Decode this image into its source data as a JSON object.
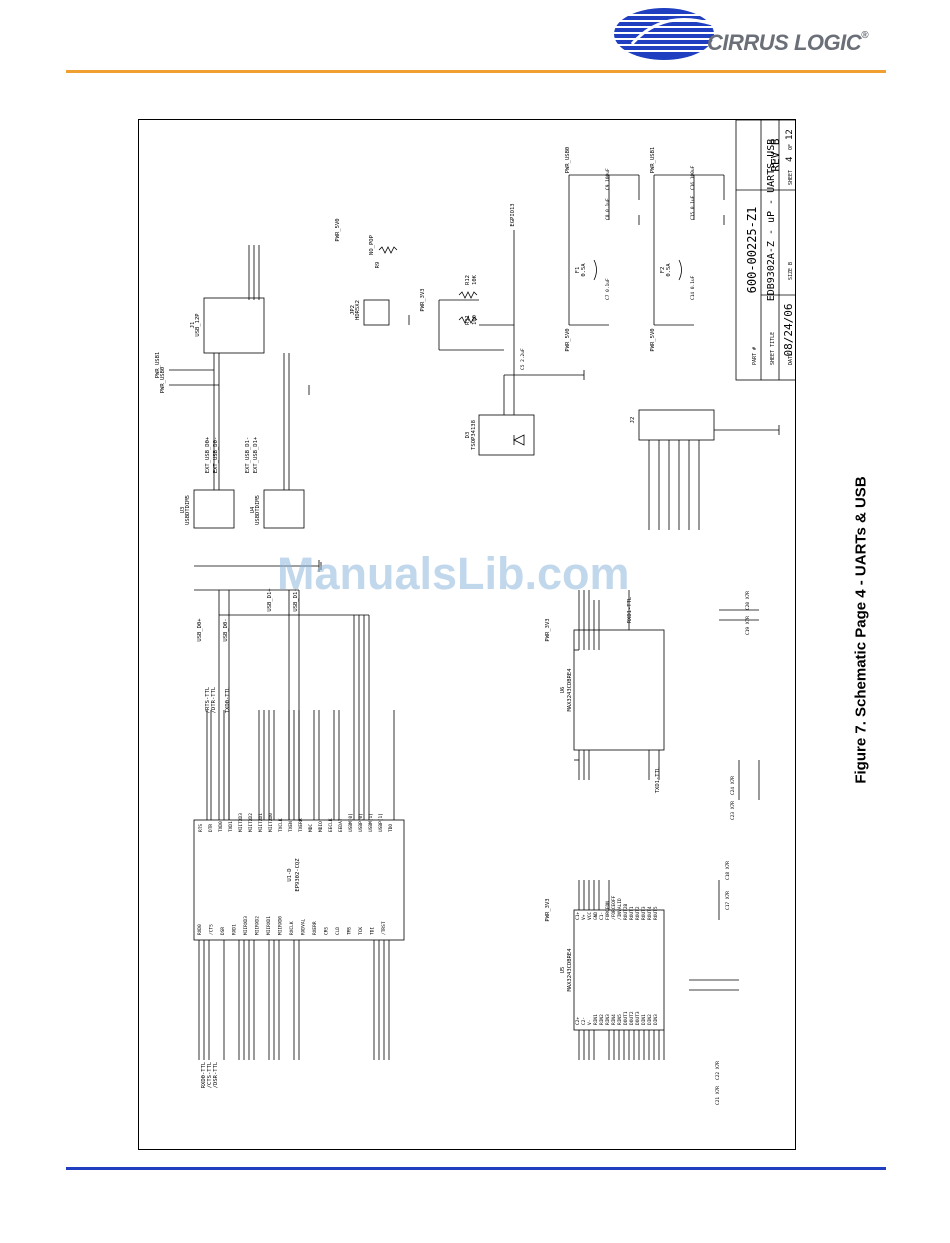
{
  "header": {
    "logo_text": "CIRRUS LOGIC",
    "logo_mark": "®",
    "accent_color": "#f0a030",
    "footer_color": "#1f3fc0",
    "logo_color": "#1f3fc0"
  },
  "figure": {
    "caption": "Figure 7. Schematic Page 4 - UARTs & USB"
  },
  "watermark": {
    "text": "ManualsLib.com"
  },
  "title_block": {
    "rev": "REV B",
    "part_label": "PART #",
    "part_number": "600-00225-Z1",
    "sheet_title_label": "SHEET TITLE",
    "sheet_title": "EDB9302A-Z - uP - UARTS,USB",
    "date_label": "DATE:",
    "date": "08/24/06",
    "size_label": "SIZE B",
    "sheet_label": "SHEET",
    "sheet_num": "4",
    "of_label": "OF",
    "sheet_total": "12"
  },
  "components": {
    "u1": {
      "ref": "U1-D",
      "part": "EP9302-CQZ"
    },
    "u5": {
      "ref": "U5",
      "part": "MAX3243CDBRE4"
    },
    "u6": {
      "ref": "U6",
      "part": "MAX3243CDBRE4"
    },
    "u3": {
      "ref": "U3",
      "part": "USBDTDIM5"
    },
    "u4": {
      "ref": "U4",
      "part": "USBDTDIM5"
    },
    "j1": {
      "ref": "J1",
      "part": "USB_12P"
    },
    "j2": {
      "ref": "J2"
    },
    "d3": {
      "ref": "D3",
      "part": "TSOP34138"
    },
    "jp2": {
      "ref": "JP2",
      "part": "HDR5X2"
    },
    "r9": {
      "ref": "R9",
      "note": "NO_POP"
    },
    "r11": {
      "ref": "R11",
      "value": "100"
    },
    "r12": {
      "ref": "R12",
      "value": "10K"
    },
    "f1": {
      "ref": "F1",
      "value": "0.5A"
    },
    "f2": {
      "ref": "F2",
      "value": "0.5A"
    }
  },
  "nets": {
    "pwr_usb0": "PWR_USB0",
    "pwr_usb1": "PWR_USB1",
    "pwr_5v0": "PWR_5V0",
    "pwr_3v3": "PWR_3V3",
    "usb_d0p": "USB_D0+",
    "usb_d0m": "USB_D0-",
    "usb_d1p": "USB_D1+",
    "usb_d1m": "USB_D1-",
    "ext_usb_d0p": "EXT_USB_D0+",
    "ext_usb_d0m": "EXT_USB_D0-",
    "ext_usb_d1p": "EXT_USB_D1+",
    "ext_usb_d1m": "EXT_USB_D1-",
    "egpio13": "EGPIO13",
    "rxd1_ttl": "RXD1-TTL",
    "txd1_ttl": "TXD1-TTL",
    "rxd0_ttl": "RXD0-TTL",
    "txd0_ttl": "TXD0-TTL",
    "cts_ttl": "/CTS-TTL",
    "dsr_ttl": "/DSR-TTL",
    "rts_ttl": "/RTS-TTL",
    "dtr_ttl": "/DTR-TTL"
  },
  "u1_left_pins": [
    "RXD0",
    "/CTS",
    "DSR",
    "RXD1",
    "MIIRXD3",
    "MIIRXD2",
    "MIIRXD1",
    "MIIRXD0",
    "RXCLK",
    "RXDVAL",
    "RXERR",
    "CRS",
    "CLD",
    "TMS",
    "TCK",
    "TDI",
    "/TRST"
  ],
  "u1_right_pins": [
    "RTS",
    "DTR",
    "TXD0",
    "TXD1",
    "MIITXD3",
    "MIITXD2",
    "MIITXD1",
    "MIITXD0",
    "TXCLK",
    "TXEN",
    "TXERR",
    "MDC",
    "MDIO",
    "EECLK",
    "EEDAT",
    "USBM[0]",
    "USBP[0]",
    "USBM[1]",
    "USBP[1]",
    "TDO"
  ],
  "u5_left_pins": [
    "C2+",
    "C2-",
    "V-",
    "RIN1",
    "RIN2",
    "RIN3",
    "RIN4",
    "RIN5",
    "DOUT1",
    "DOUT2",
    "DOUT3",
    "DIN1",
    "DIN2",
    "DIN3"
  ],
  "u5_right_pins": [
    "C1+",
    "V+",
    "VCC",
    "GND",
    "C1-",
    "FORCEON",
    "/FORCEOFF",
    "/INVALID",
    "ROUT2B",
    "ROUT1",
    "ROUT2",
    "ROUT3",
    "ROUT4",
    "ROUT5"
  ],
  "caps": {
    "c5": "C5 2.2uF",
    "c7": "C7 0.1uF",
    "c8": "C8 0.1uF",
    "c9": "C9 100uF",
    "c14": "C14 0.1uF",
    "c15": "C15 0.1uF",
    "c16": "C16 100uF",
    "c17": "C17 X7R",
    "c18": "C18 X7R",
    "c19": "C19 X7R",
    "c20": "C20 X7R",
    "c21": "C21 X7R",
    "c22": "C22 X7R",
    "c23": "C23 X7R",
    "c24": "C24 X7R"
  }
}
